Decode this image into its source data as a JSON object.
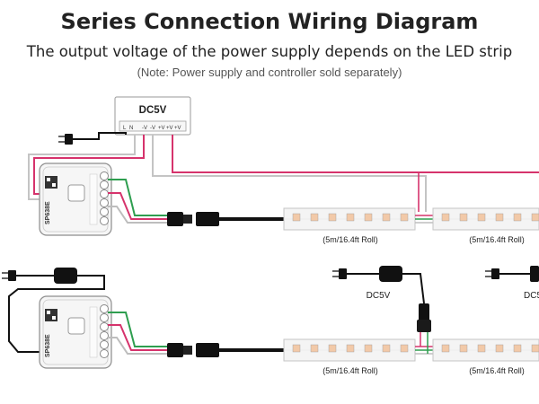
{
  "header": {
    "title": "Series Connection Wiring Diagram",
    "subtitle": "The output voltage of the power supply depends on the LED strip",
    "note": "(Note: Power supply and controller sold separately)"
  },
  "power_supply": {
    "voltage_label": "DC5V",
    "terminals": [
      "L",
      "N",
      "-V",
      "-V",
      "+V",
      "+V",
      "+V"
    ]
  },
  "controller": {
    "model": "SP638E"
  },
  "strip": {
    "roll_label": "(5m/16.4ft Roll)"
  },
  "adapter": {
    "voltage_label": "DC5V",
    "voltage_label_cut": "DC5"
  },
  "colors": {
    "positive_wire": "#d6336c",
    "data_wire": "#2e9e4f",
    "negative_wire": "#b5b5b5",
    "cable": "#111111",
    "strip_pcb": "#f4f4f4",
    "led_body": "#f2c9a8"
  }
}
